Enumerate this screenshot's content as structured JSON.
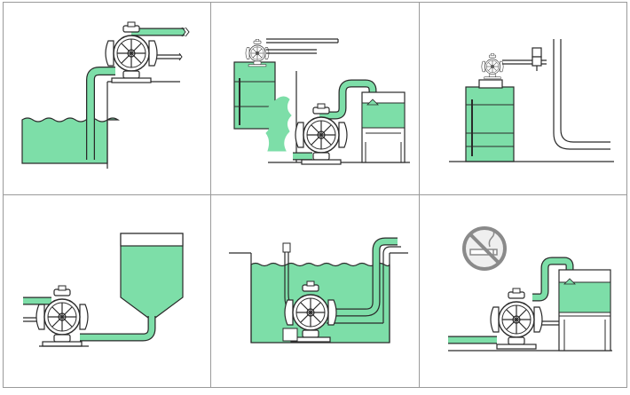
{
  "figure": {
    "colors": {
      "liquid": "#7ddea8",
      "stroke": "#2a2a2a",
      "panel_border": "#9a9a9a",
      "background": "#ffffff",
      "sign_gray": "#8a8a8a",
      "sign_fill": "#efefef"
    },
    "panels": [
      {
        "id": "pump-above-tank-suction"
      },
      {
        "id": "pump-transfer-drum-to-tank"
      },
      {
        "id": "drum-top-mounted-pump"
      },
      {
        "id": "hopper-gravity-feed"
      },
      {
        "id": "submerged-pump-in-tank"
      },
      {
        "id": "no-smoking-transfer"
      }
    ],
    "icons": [
      "double-diaphragm-pump-icon",
      "no-smoking-icon",
      "drum-icon",
      "tank-icon"
    ]
  }
}
